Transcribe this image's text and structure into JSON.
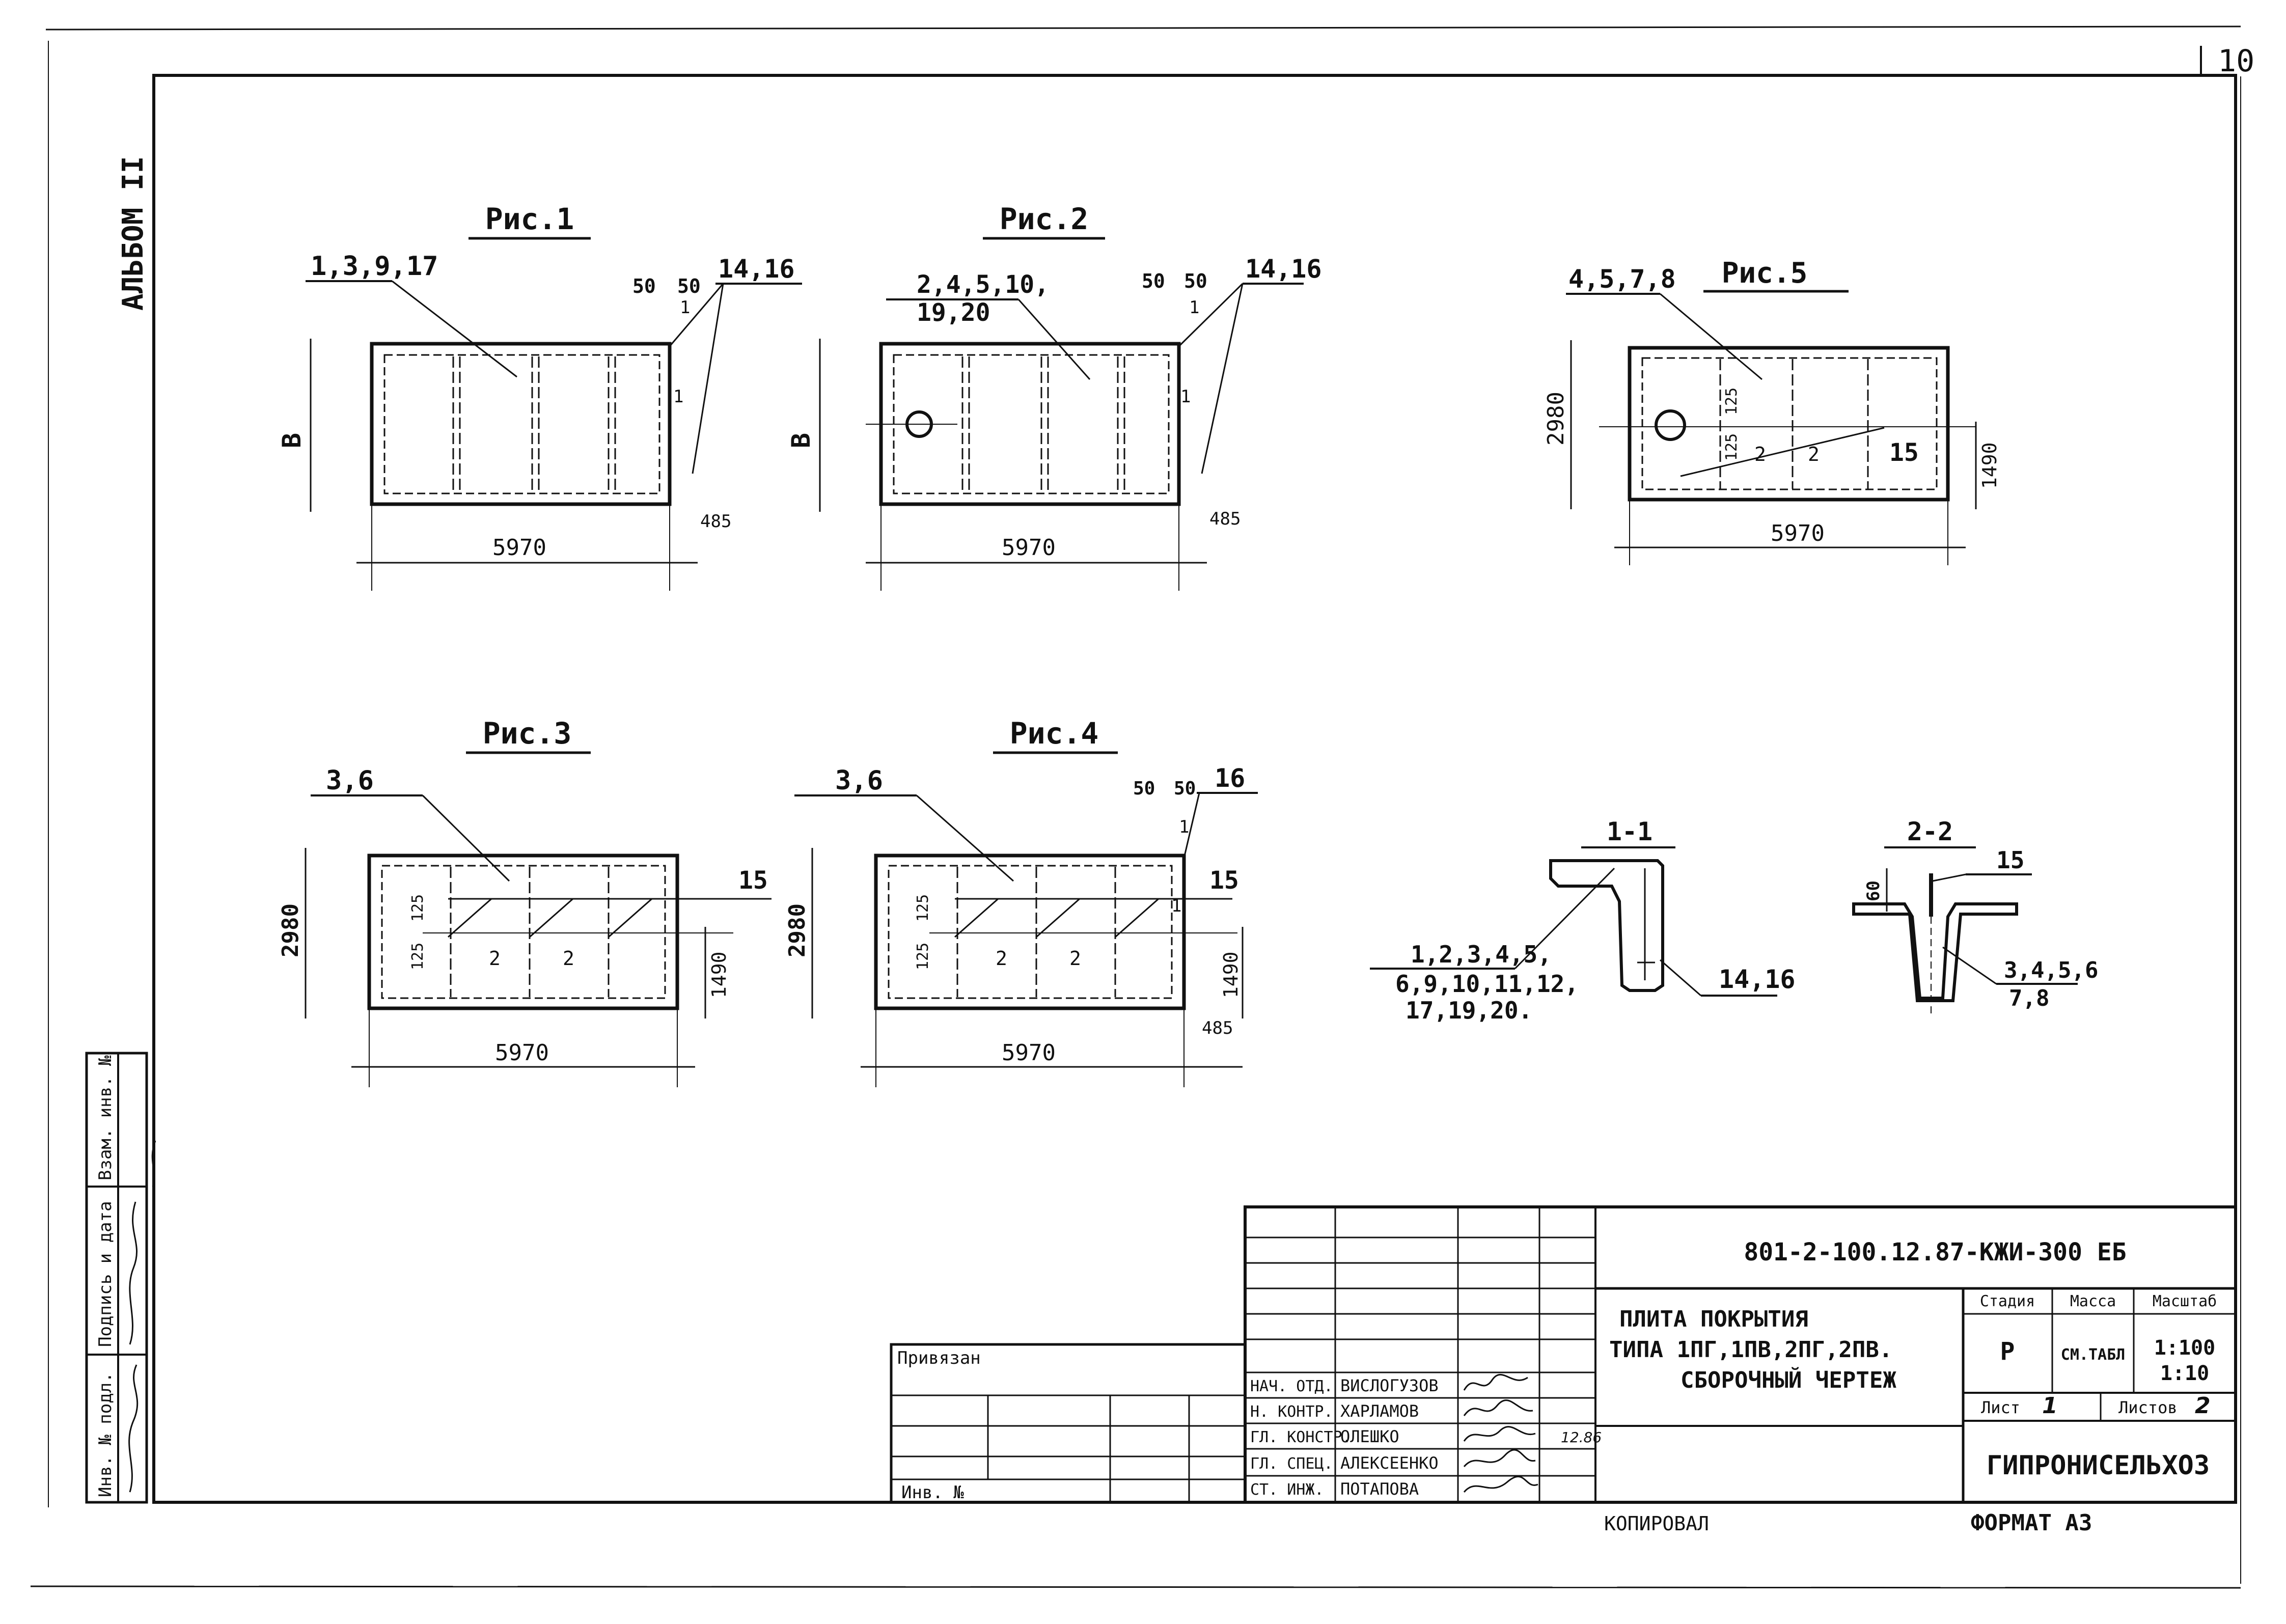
{
  "sheet_number": "10",
  "album_label": "АЛЬБОМ II",
  "figures": {
    "fig1": {
      "title": "Рис.1",
      "callout": "1,3,9,17",
      "dim_top_left": "50",
      "dim_top_right": "50",
      "callout_right": "14,16",
      "section_mark": "1",
      "dim_height": "B",
      "dim_width": "5970",
      "dim_small": "485"
    },
    "fig2": {
      "title": "Рис.2",
      "callout_line1": "2,4,5,10,",
      "callout_line2": "19,20",
      "dim_top_left": "50",
      "dim_top_right": "50",
      "callout_right": "14,16",
      "section_mark": "1",
      "dim_height": "B",
      "dim_width": "5970",
      "dim_small": "485"
    },
    "fig5": {
      "title": "Рис.5",
      "callout": "4,5,7,8",
      "dim_height": "2980",
      "dim_width": "5970",
      "dim_right": "1490",
      "dim_125_a": "125",
      "dim_125_b": "125",
      "mark_2a": "2",
      "mark_2b": "2",
      "callout_15": "15"
    },
    "fig3": {
      "title": "Рис.3",
      "callout": "3,6",
      "callout_15": "15",
      "dim_height": "2980",
      "dim_width": "5970",
      "dim_right": "1490",
      "dim_125_a": "125",
      "dim_125_b": "125",
      "mark_2a": "2",
      "mark_2b": "2"
    },
    "fig4": {
      "title": "Рис.4",
      "callout": "3,6",
      "callout_15": "15",
      "callout_16": "16",
      "dim_top_left": "50",
      "dim_top_right": "50",
      "section_mark": "1",
      "dim_height": "2980",
      "dim_width": "5970",
      "dim_right": "1490",
      "dim_small": "485",
      "dim_125_a": "125",
      "dim_125_b": "125",
      "mark_2a": "2",
      "mark_2b": "2"
    },
    "section11": {
      "title": "1-1",
      "callout_line1": "1,2,3,4,5,",
      "callout_line2": "6,9,10,11,12,",
      "callout_line3": "17,19,20.",
      "callout_right": "14,16"
    },
    "section22": {
      "title": "2-2",
      "callout_15": "15",
      "dim_60": "60",
      "callout_line1": "3,4,5,6",
      "callout_line2": "7,8"
    }
  },
  "title_block": {
    "doc_code": "801-2-100.12.87-КЖИ-300 ЕБ",
    "title_line1": "ПЛИТА ПОКРЫТИЯ",
    "title_line2": "ТИПА 1ПГ,1ПВ,2ПГ,2ПВ.",
    "title_line3": "СБОРОЧНЫЙ ЧЕРТЕЖ",
    "stage_label": "Стадия",
    "mass_label": "Масса",
    "scale_label": "Масштаб",
    "stage_value": "Р",
    "mass_value": "СМ.ТАБЛ",
    "scale_value1": "1:100",
    "scale_value2": "1:10",
    "sheet_label": "Лист",
    "sheet_value": "1",
    "sheets_label": "Листов",
    "sheets_value": "2",
    "organization": "ГИПРОНИСЕЛЬХОЗ",
    "signatures": [
      {
        "role": "НАЧ. ОТД.",
        "name": "ВИСЛОГУЗОВ"
      },
      {
        "role": "Н. КОНТР.",
        "name": "ХАРЛАМОВ"
      },
      {
        "role": "ГЛ. КОНСТР.",
        "name": "ОЛЕШКО"
      },
      {
        "role": "ГЛ. СПЕЦ.",
        "name": "АЛЕКСЕЕНКО"
      },
      {
        "role": "СТ. ИНЖ.",
        "name": "ПОТАПОВА"
      }
    ],
    "date_note": "12.86"
  },
  "binding_block": {
    "bound_label": "Привязан",
    "inv_label": "Инв. №"
  },
  "side_stamp": {
    "col1": "Инв. № подл.",
    "col2": "Подпись и дата",
    "col3": "Взам. инв. №"
  },
  "footer": {
    "copied": "КОПИРОВАЛ",
    "format": "ФОРМАТ А3"
  }
}
